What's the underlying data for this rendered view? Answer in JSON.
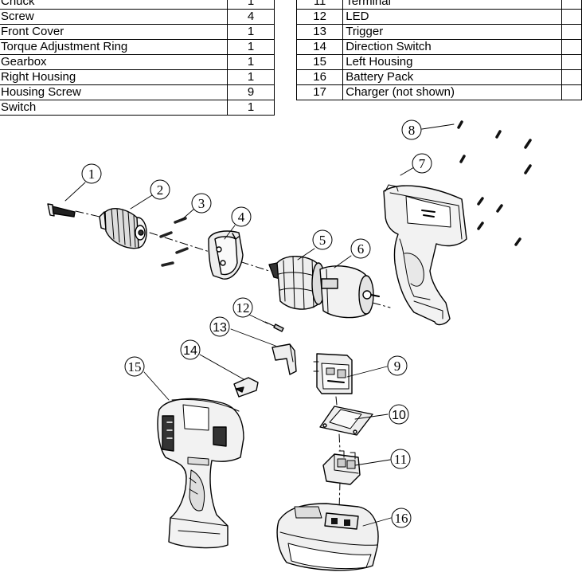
{
  "parts_table_left": {
    "rows": [
      {
        "name": "Chuck",
        "qty": "1"
      },
      {
        "name": "Screw",
        "qty": "4"
      },
      {
        "name": "Front Cover",
        "qty": "1"
      },
      {
        "name": "Torque Adjustment Ring",
        "qty": "1"
      },
      {
        "name": "Gearbox",
        "qty": "1"
      },
      {
        "name": "Right Housing",
        "qty": "1"
      },
      {
        "name": "Housing Screw",
        "qty": "9"
      },
      {
        "name": "Switch",
        "qty": "1"
      }
    ]
  },
  "parts_table_right": {
    "rows": [
      {
        "num": "11",
        "name": "Terminal"
      },
      {
        "num": "12",
        "name": "LED"
      },
      {
        "num": "13",
        "name": "Trigger"
      },
      {
        "num": "14",
        "name": "Direction Switch"
      },
      {
        "num": "15",
        "name": "Left Housing"
      },
      {
        "num": "16",
        "name": "Battery Pack"
      },
      {
        "num": "17",
        "name": "Charger (not shown)"
      }
    ]
  },
  "callouts": {
    "c1": "1",
    "c2": "2",
    "c3": "3",
    "c4": "4",
    "c5": "5",
    "c6": "6",
    "c7": "7",
    "c8": "8",
    "c9": "9",
    "c10": "10",
    "c11": "11",
    "c12": "12",
    "c13": "13",
    "c14": "14",
    "c15": "15",
    "c16": "16"
  },
  "colors": {
    "line": "#000000",
    "fill_light": "#eeeeee",
    "fill_mid": "#cccccc",
    "fill_dark": "#333333"
  }
}
